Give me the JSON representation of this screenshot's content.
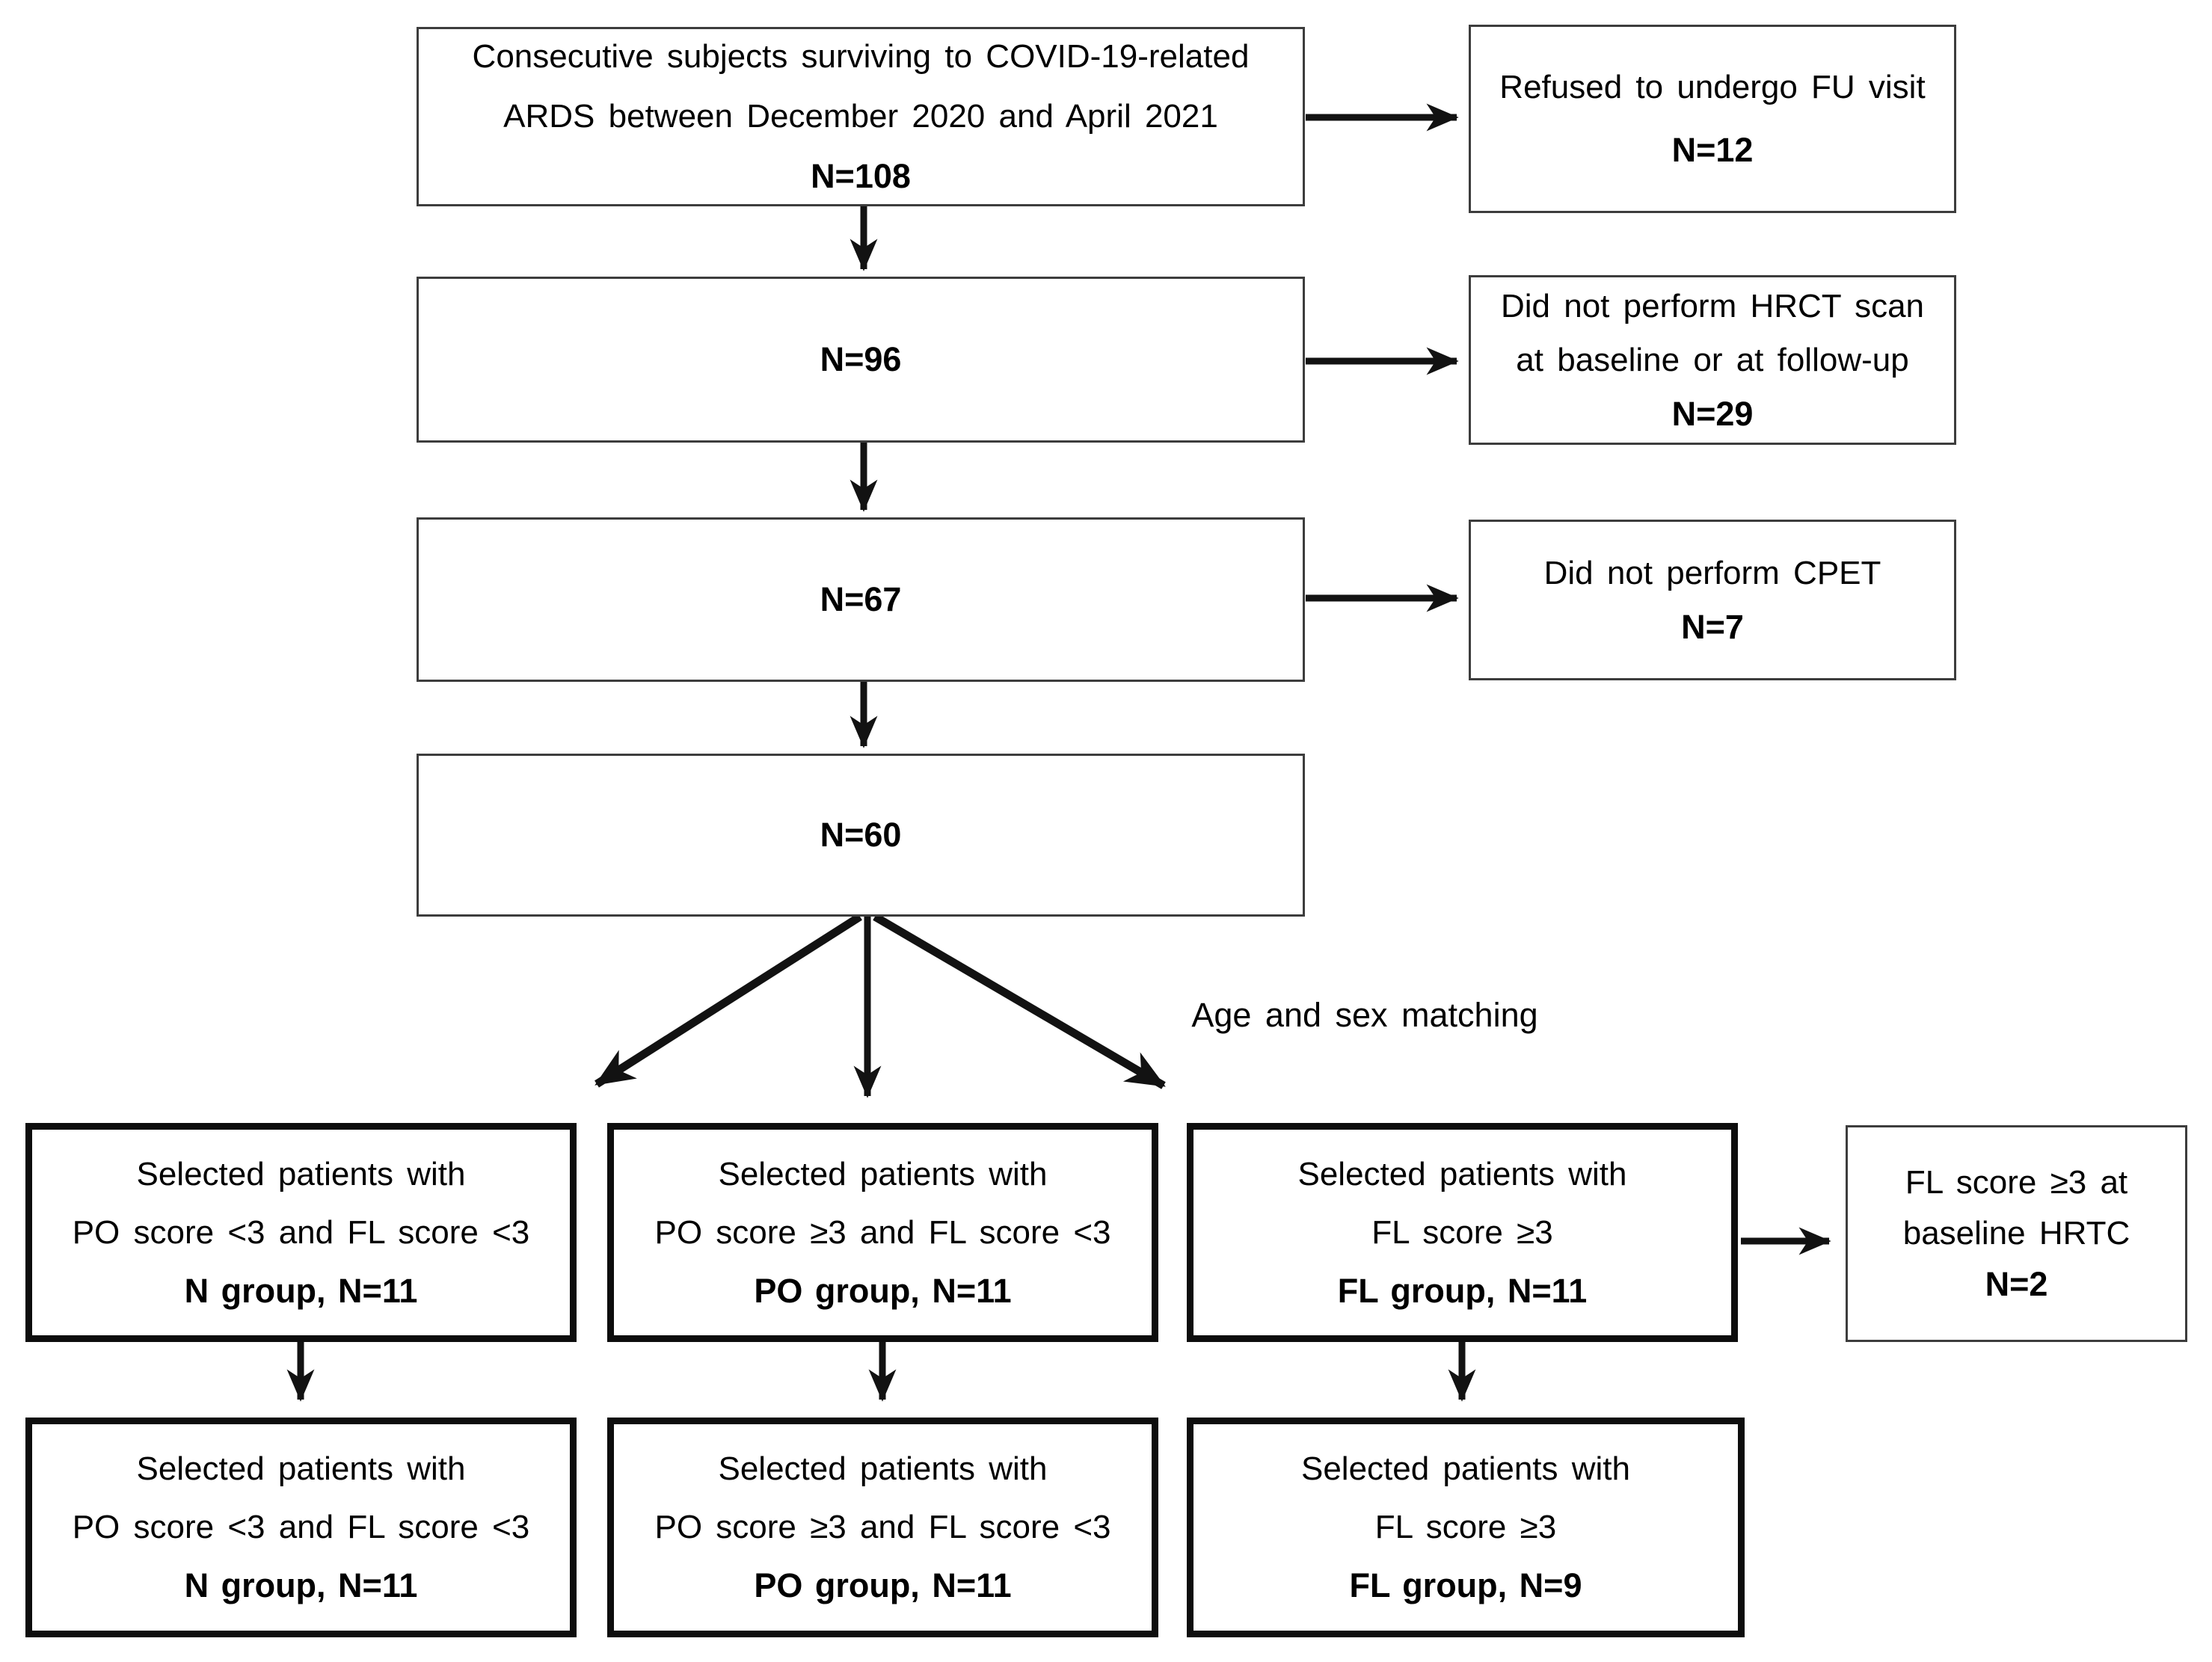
{
  "colors": {
    "background": "#ffffff",
    "text": "#000000",
    "thin_border": "#3d3d3d",
    "thick_border": "#0d0d0d",
    "arrow": "#121212"
  },
  "flow": {
    "matching_label": "Age and sex matching",
    "enrollment": {
      "line1": "Consecutive subjects surviving to COVID-19-related",
      "line2": "ARDS between December 2020 and April 2021",
      "n": "N=108"
    },
    "excluded_refused_fu": {
      "line1": "Refused to undergo FU visit",
      "n": "N=12"
    },
    "n96": {
      "n": "N=96"
    },
    "excluded_no_hrct": {
      "line1": "Did not perform HRCT scan",
      "line2": "at baseline or at follow-up",
      "n": "N=29"
    },
    "n67": {
      "n": "N=67"
    },
    "excluded_no_cpet": {
      "line1": "Did not perform CPET",
      "n": "N=7"
    },
    "n60": {
      "n": "N=60"
    },
    "group_n_selected": {
      "line1": "Selected patients with",
      "line2": "PO score <3 and FL score <3",
      "n": "N group, N=11"
    },
    "group_po_selected": {
      "line1": "Selected patients with",
      "line2": "PO score ≥3 and FL score <3",
      "n": "PO group, N=11"
    },
    "group_fl_selected": {
      "line1": "Selected patients with",
      "line2": "FL score ≥3",
      "n": "FL group, N=11"
    },
    "excluded_fl_baseline": {
      "line1": "FL score ≥3 at",
      "line2": "baseline HRTC",
      "n": "N=2"
    },
    "group_n_final": {
      "line1": "Selected patients with",
      "line2": "PO score <3 and FL score <3",
      "n": "N group, N=11"
    },
    "group_po_final": {
      "line1": "Selected patients with",
      "line2": "PO score ≥3 and FL score <3",
      "n": "PO group, N=11"
    },
    "group_fl_final": {
      "line1": "Selected patients with",
      "line2": "FL score ≥3",
      "n": "FL group, N=9"
    }
  }
}
